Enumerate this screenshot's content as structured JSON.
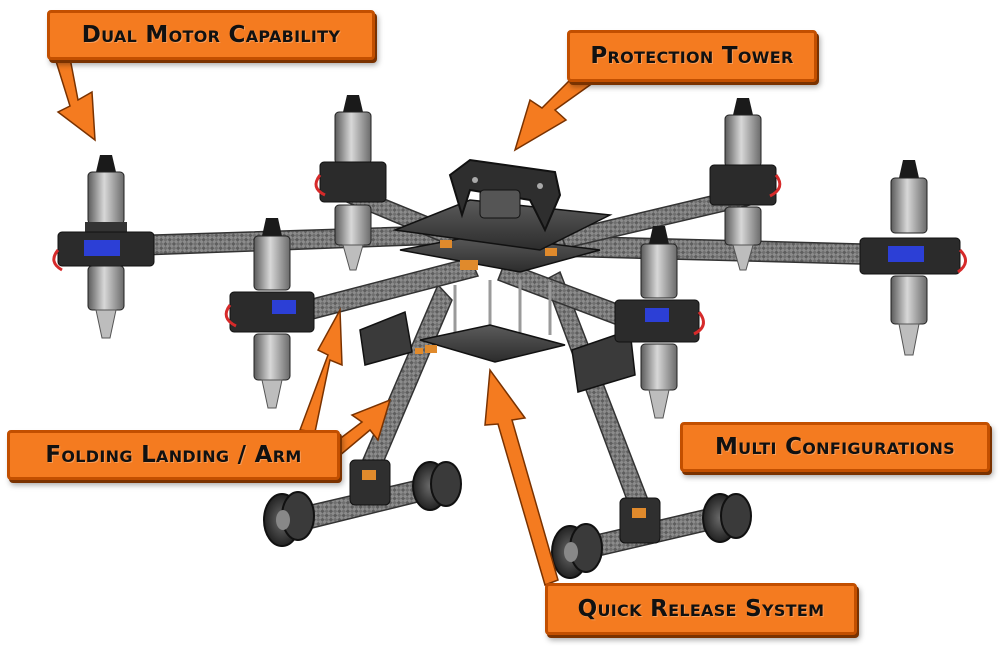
{
  "callouts": {
    "dual_motor": "Dual Motor Capability",
    "protection_tower": "Protection Tower",
    "folding_landing": "Folding Landing / Arm",
    "multi_configurations": "Multi Configurations",
    "quick_release": "Quick Release System"
  },
  "colors": {
    "callout_fill": "#f47b20",
    "callout_border": "#c24f00",
    "arrow": "#f47b20",
    "carbon": "#7d7d7d",
    "frame": "#3a3a3a",
    "motor": "#9a9a9a",
    "prop_nut": "#1a1a1a",
    "esc_blue": "#2c3fd6",
    "wire_red": "#d62a2a",
    "bracket_orange": "#e08a2c"
  }
}
